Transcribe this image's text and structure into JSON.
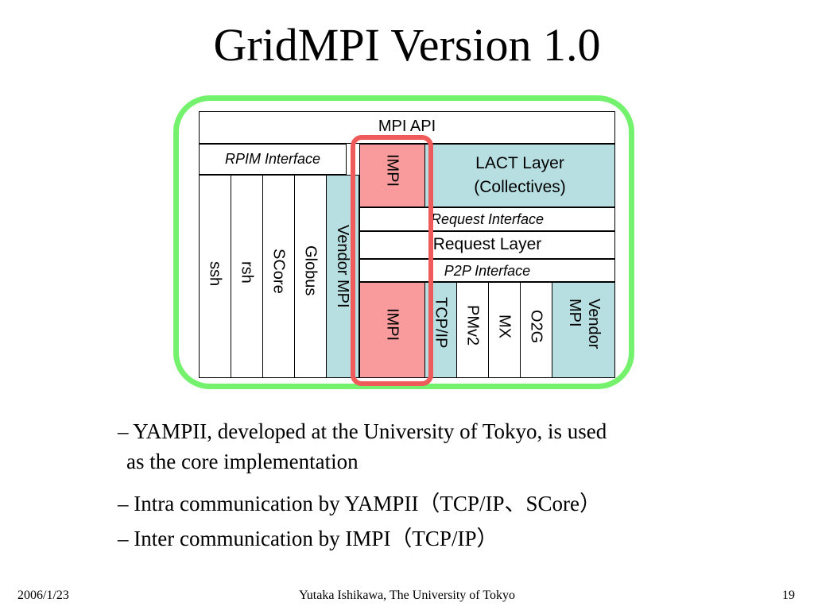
{
  "title": "GridMPI Version 1.0",
  "diagram": {
    "mpi_api": "MPI API",
    "rpim_interface": "RPIM  Interface",
    "impi_top": "IMPI",
    "lact_line1": "LACT Layer",
    "lact_line2": "(Collectives)",
    "request_interface": "Request Interface",
    "request_layer": "Request Layer",
    "p2p_interface": "P2P Interface",
    "rpim_columns": [
      "ssh",
      "rsh",
      "SCore",
      "Globus",
      "Vendor MPI"
    ],
    "p2p_columns": [
      "IMPI",
      "TCP/IP",
      "PMv2",
      "MX",
      "O2G",
      "Vendor MPI"
    ]
  },
  "bullets": [
    "– YAMPII, developed at the University of Tokyo,  is used",
    "as the core implementation",
    "– Intra communication by YAMPII（TCP/IP、SCore）",
    "– Inter communication by IMPI（TCP/IP）"
  ],
  "footer": {
    "date": "2006/1/23",
    "author": "Yutaka Ishikawa, The University of Tokyo",
    "page": "19"
  },
  "colors": {
    "green_frame": "#74f26e",
    "red_frame": "#ef5b5b",
    "teal": "#b7dfe2",
    "pink": "#f99b9c"
  }
}
